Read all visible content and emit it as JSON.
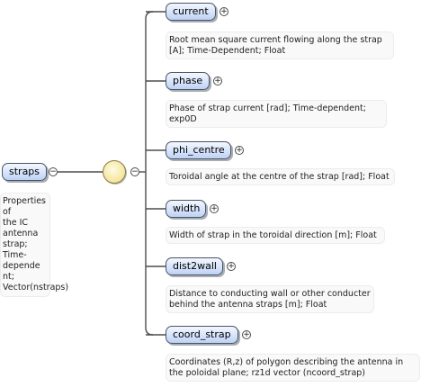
{
  "root": {
    "label": "straps",
    "doc": [
      "Properties of",
      "the IC antenna",
      "strap;",
      "Time-depende",
      "nt;",
      "Vector(nstraps)"
    ]
  },
  "sequence": {
    "icon": "sequence-compositor-icon",
    "collapse_symbol": "−"
  },
  "children": [
    {
      "label": "current",
      "expand_symbol": "+",
      "doc": [
        "Root mean square current flowing along the strap",
        "[A]; Time-Dependent; Float"
      ]
    },
    {
      "label": "phase",
      "expand_symbol": "+",
      "doc": [
        "Phase of strap current [rad]; Time-dependent;",
        "exp0D"
      ]
    },
    {
      "label": "phi_centre",
      "expand_symbol": "+",
      "doc": [
        "Toroidal angle at the centre of the strap [rad]; Float"
      ]
    },
    {
      "label": "width",
      "expand_symbol": "+",
      "doc": [
        "Width of strap in the toroidal direction [m]; Float"
      ]
    },
    {
      "label": "dist2wall",
      "expand_symbol": "+",
      "doc": [
        "Distance to conducting wall or other conducter",
        "behind the antenna straps [m]; Float"
      ]
    },
    {
      "label": "coord_strap",
      "expand_symbol": "+",
      "doc": [
        "Coordinates (R,z) of polygon describing the antenna in",
        "the poloidal plane; rz1d vector (ncoord_strap)"
      ]
    }
  ],
  "colors": {
    "node_fill": "#d6e3fb",
    "node_border": "#4a5563",
    "connector": "#4d4d4d",
    "sequence_fill": "#f3e39a"
  }
}
